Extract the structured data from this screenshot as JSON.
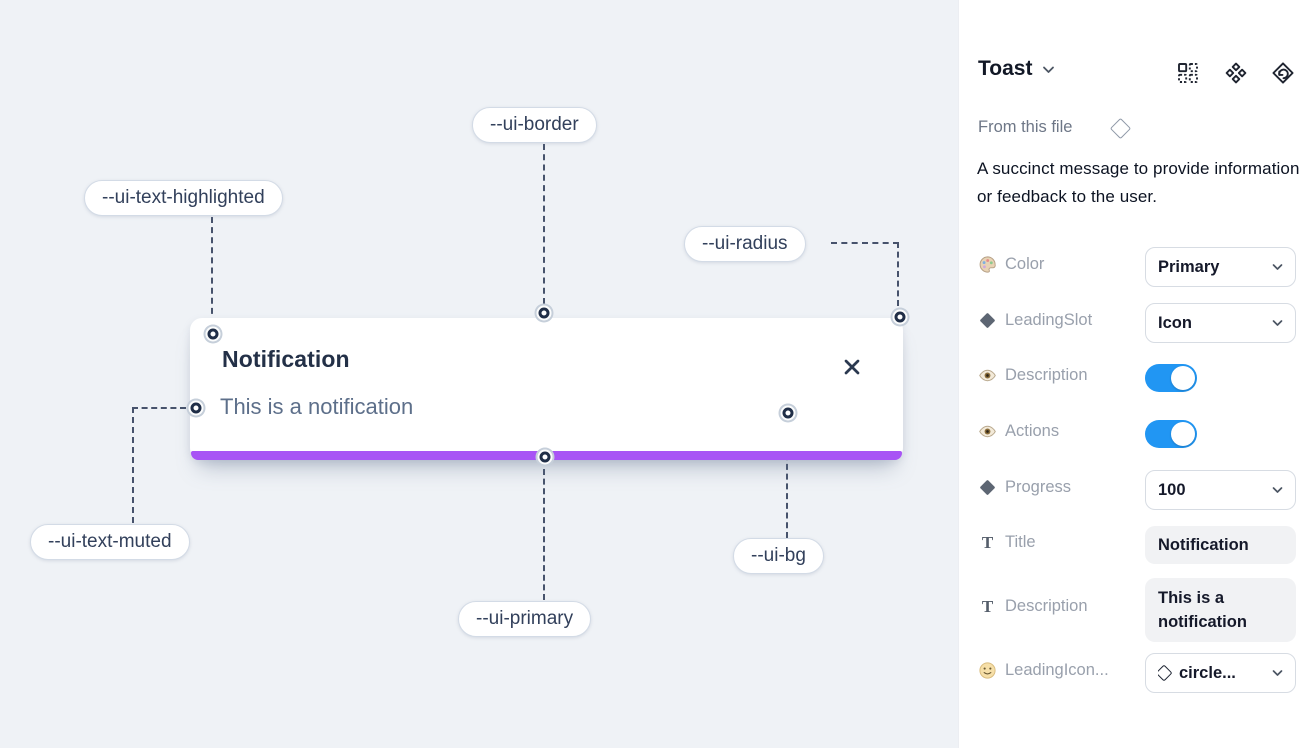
{
  "canvas": {
    "toast": {
      "title": "Notification",
      "description": "This is a notification",
      "close_icon": "x-icon",
      "progress_bar_color": "#a854f5"
    },
    "annotations": [
      {
        "label": "--ui-border"
      },
      {
        "label": "--ui-text-highlighted"
      },
      {
        "label": "--ui-radius"
      },
      {
        "label": "--ui-text-muted"
      },
      {
        "label": "--ui-primary"
      },
      {
        "label": "--ui-bg"
      }
    ],
    "colors": {
      "canvas_bg": "#eff2f6",
      "annotation_text": "#32405b",
      "toast_title": "#233047",
      "toast_description": "#5d6f8a"
    }
  },
  "panel": {
    "title": "Toast",
    "title_chevron": "chevron-down-icon",
    "header_icons": [
      "instance-swap-icon",
      "component-icon",
      "reset-component-icon"
    ],
    "source_label": "From this file",
    "source_icon": "diamond-outline-icon",
    "description": "A succinct message to provide information or feedback to the user.",
    "accent_colors": {
      "toggle_on": "#2196f3"
    },
    "props": [
      {
        "icon": "palette-icon",
        "label": "Color",
        "control": "dropdown",
        "value": "Primary"
      },
      {
        "icon": "diamond-icon",
        "label": "LeadingSlot",
        "control": "dropdown",
        "value": "Icon"
      },
      {
        "icon": "eye-icon",
        "label": "Description",
        "control": "toggle",
        "value": "on"
      },
      {
        "icon": "eye-icon",
        "label": "Actions",
        "control": "toggle",
        "value": "on"
      },
      {
        "icon": "diamond-icon",
        "label": "Progress",
        "control": "dropdown",
        "value": "100"
      },
      {
        "icon": "text-icon",
        "label": "Title",
        "control": "text",
        "value": "Notification"
      },
      {
        "icon": "text-icon",
        "label": "Description",
        "control": "text",
        "value": "This is a notification"
      },
      {
        "icon": "smiley-icon",
        "label": "LeadingIcon...",
        "control": "icon-dropdown",
        "value": "circle...",
        "value_icon": "diamond-outline-icon"
      }
    ]
  }
}
